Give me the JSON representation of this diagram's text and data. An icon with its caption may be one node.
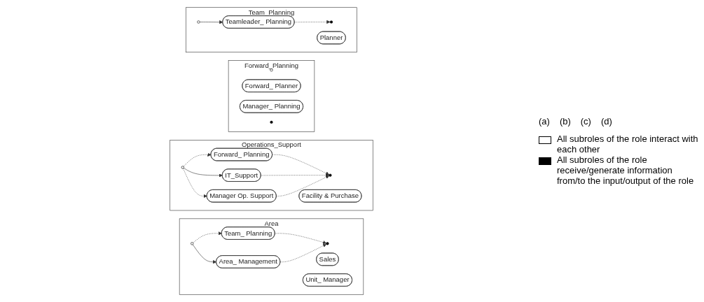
{
  "diagram": {
    "nodes": [
      {
        "text": [
          "Area"
        ]
      },
      {
        "text": [],
        "shape": "circle",
        "in": 0
      },
      {
        "text": [
          "Sales"
        ],
        "in": 0
      },
      {
        "text": [
          "Team_ Planning"
        ],
        "in": 0
      },
      {
        "text": [
          "Area_ Management"
        ],
        "in": 0
      },
      {
        "text": [
          "Unit_ Manager"
        ],
        "in": 0
      },
      {
        "text": [],
        "shape": "circle",
        "in": 0
      },
      {
        "text": [
          "Operations_Support"
        ]
      },
      {
        "text": [],
        "shape": "circle",
        "in": 7
      },
      {
        "text": [
          "Facility & Purchase"
        ],
        "in": 7
      },
      {
        "text": [
          "Forward_ Planning"
        ],
        "in": 7
      },
      {
        "text": [
          "IT_Support"
        ],
        "in": 7
      },
      {
        "text": [
          "Manager Op. Support"
        ],
        "in": 7
      },
      {
        "text": [],
        "shape": "circle",
        "in": 7
      },
      {
        "text": [
          "Forward_Planning"
        ]
      },
      {
        "text": [],
        "shape": "circle",
        "in": 14
      },
      {
        "text": [
          "Forward_ Planner"
        ],
        "in": 14
      },
      {
        "text": [
          "Manager_ Planning"
        ],
        "in": 14
      },
      {
        "text": [],
        "shape": "circle",
        "in": 14
      },
      {
        "text": [
          "Team_Planning"
        ]
      },
      {
        "text": [],
        "shape": "circle",
        "in": 19
      },
      {
        "text": [
          "Planner"
        ],
        "in": 19
      },
      {
        "text": [
          "Teamleader_ Planning"
        ],
        "in": 19
      },
      {
        "text": [],
        "shape": "circle",
        "in": 19
      }
    ],
    "edges": [
      {
        "from": 1,
        "to": 3,
        "arrow": "to",
        "style": "dashed"
      },
      {
        "from": 1,
        "to": 4,
        "arrow": "to"
      },
      {
        "from": 3,
        "to": 6,
        "arrow": "to",
        "style": "dashed"
      },
      {
        "from": 4,
        "to": 6,
        "arrow": "to",
        "style": "dashed"
      },
      {
        "from": 8,
        "to": 10,
        "arrow": "to",
        "style": "dashed"
      },
      {
        "from": 8,
        "to": 11,
        "arrow": "to"
      },
      {
        "from": 8,
        "to": 12,
        "arrow": "to",
        "style": "dashed"
      },
      {
        "from": 10,
        "to": 13,
        "arrow": "to",
        "style": "dashed"
      },
      {
        "from": 11,
        "to": 13,
        "arrow": "to",
        "style": "dashed"
      },
      {
        "from": 12,
        "to": 13,
        "arrow": "to",
        "style": "dashed"
      },
      {
        "from": 20,
        "to": 22,
        "arrow": "to"
      },
      {
        "from": 22,
        "to": 23,
        "arrow": "to",
        "style": "dashed"
      }
    ],
    "labels": [
      "(a)",
      "(b)",
      "(c)",
      "(d)"
    ],
    "legend": [
      {
        "text": "All subroles of the role interact with each other"
      },
      {
        "text": "All subroles of the role receive/generate information from/to the input/output of the role",
        "color": "#000000"
      }
    ]
  }
}
